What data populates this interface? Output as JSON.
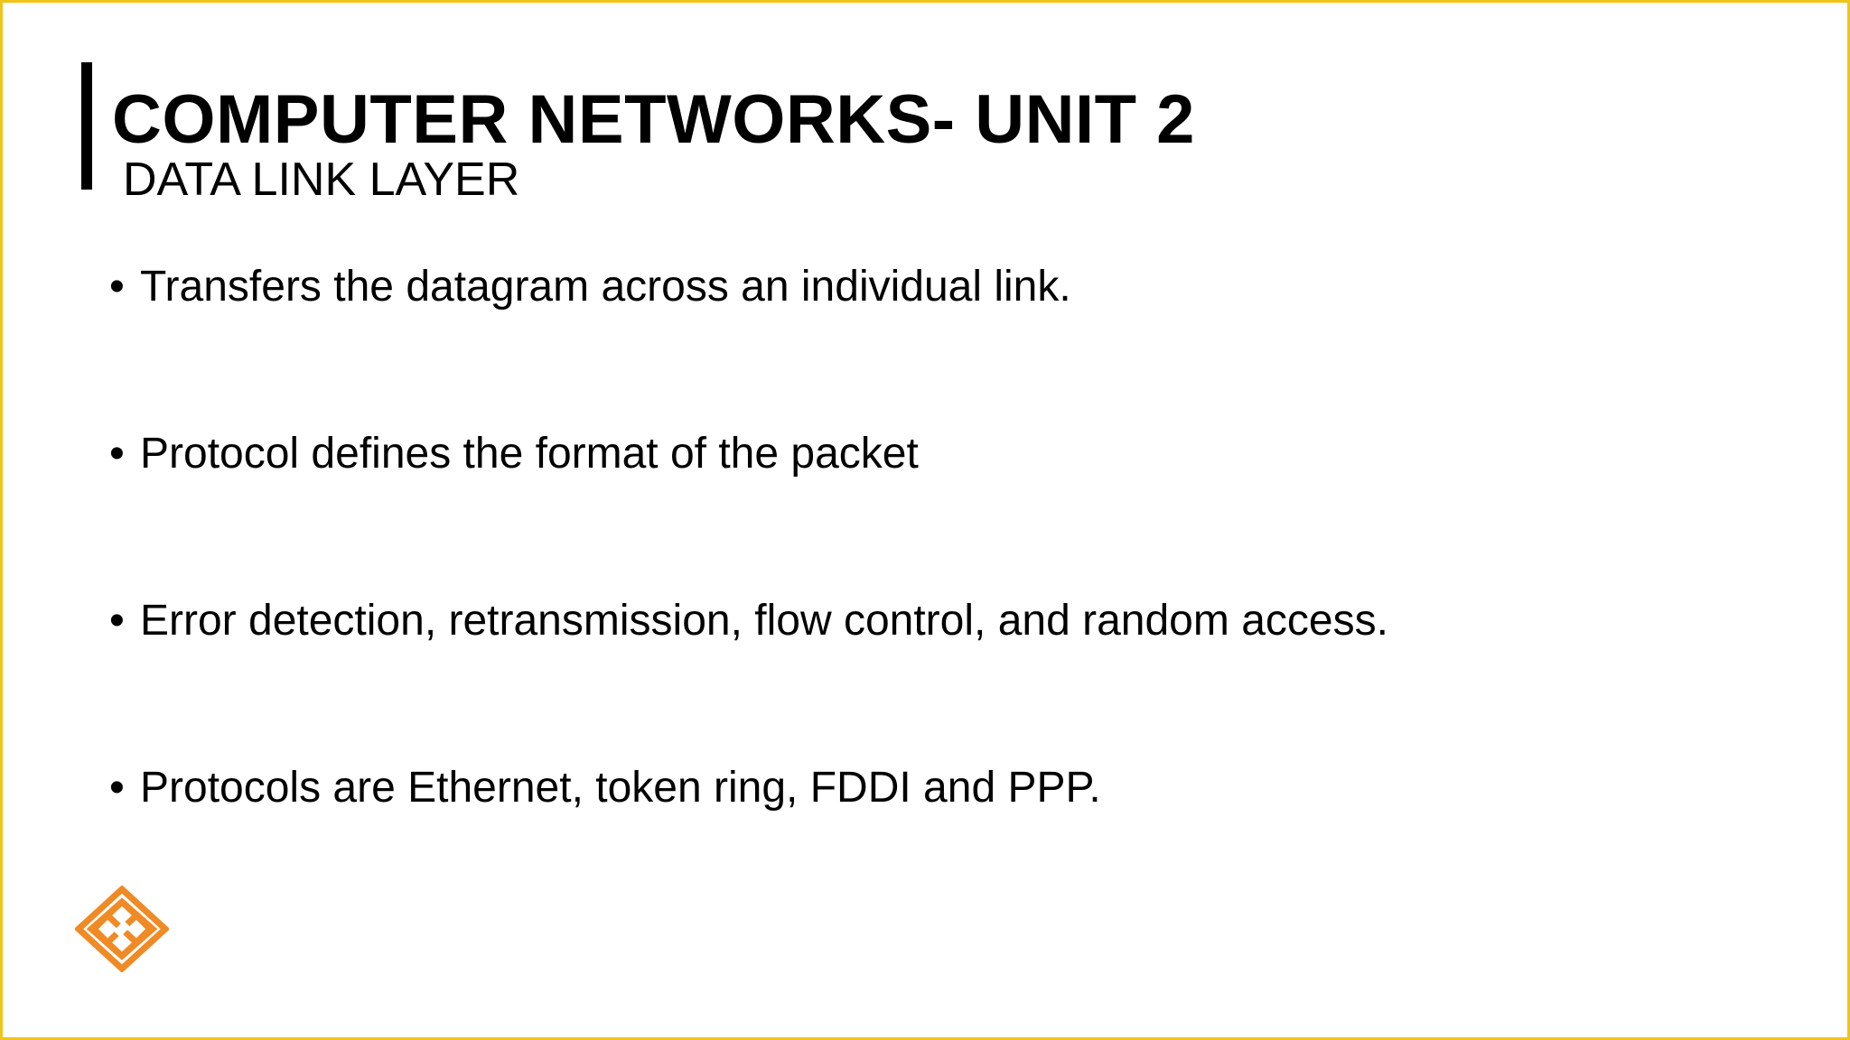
{
  "slide": {
    "title": "COMPUTER NETWORKS- UNIT 2",
    "subtitle": "DATA LINK LAYER",
    "bullet_glyph": "•",
    "bullets": [
      "Transfers the datagram across an individual link.",
      "Protocol defines the format of the packet",
      "Error detection, retransmission, flow control, and random access.",
      "Protocols are Ethernet, token ring, FDDI and PPP."
    ]
  },
  "colors": {
    "frame": "#f0c419",
    "accent_bar": "#000000",
    "logo": "#f08a24",
    "text": "#000000"
  },
  "icons": {
    "logo": "endless-knot-logo"
  }
}
